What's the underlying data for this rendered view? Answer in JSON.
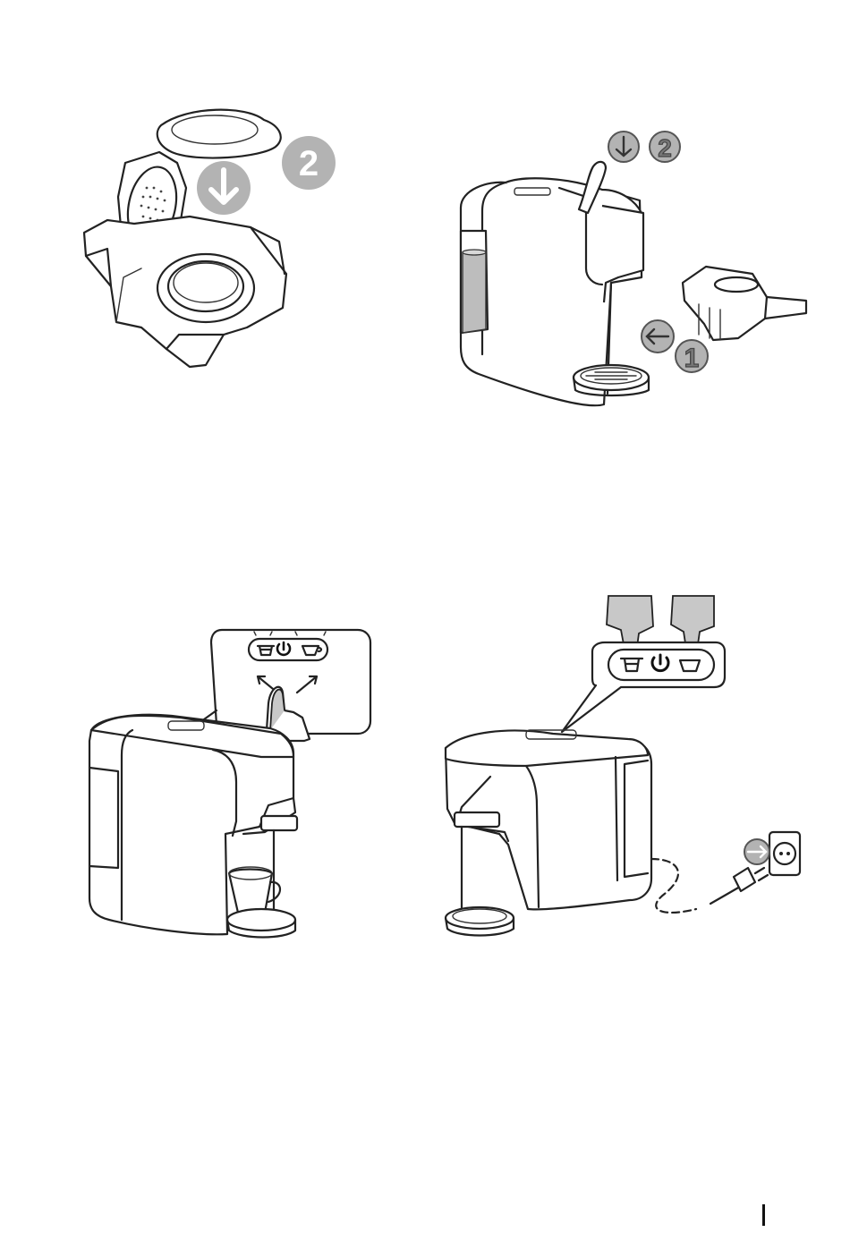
{
  "panels": [
    {
      "id": "panel-1",
      "step_badges": [
        "2"
      ]
    },
    {
      "id": "panel-2",
      "step_badges": [
        "2",
        "1"
      ]
    },
    {
      "id": "panel-3",
      "step_badges": []
    },
    {
      "id": "panel-4",
      "step_badges": []
    }
  ],
  "icons": [
    "down-arrow-icon",
    "left-arrow-icon",
    "descale-icon",
    "power-icon",
    "cup-icon",
    "right-arrow-icon"
  ]
}
